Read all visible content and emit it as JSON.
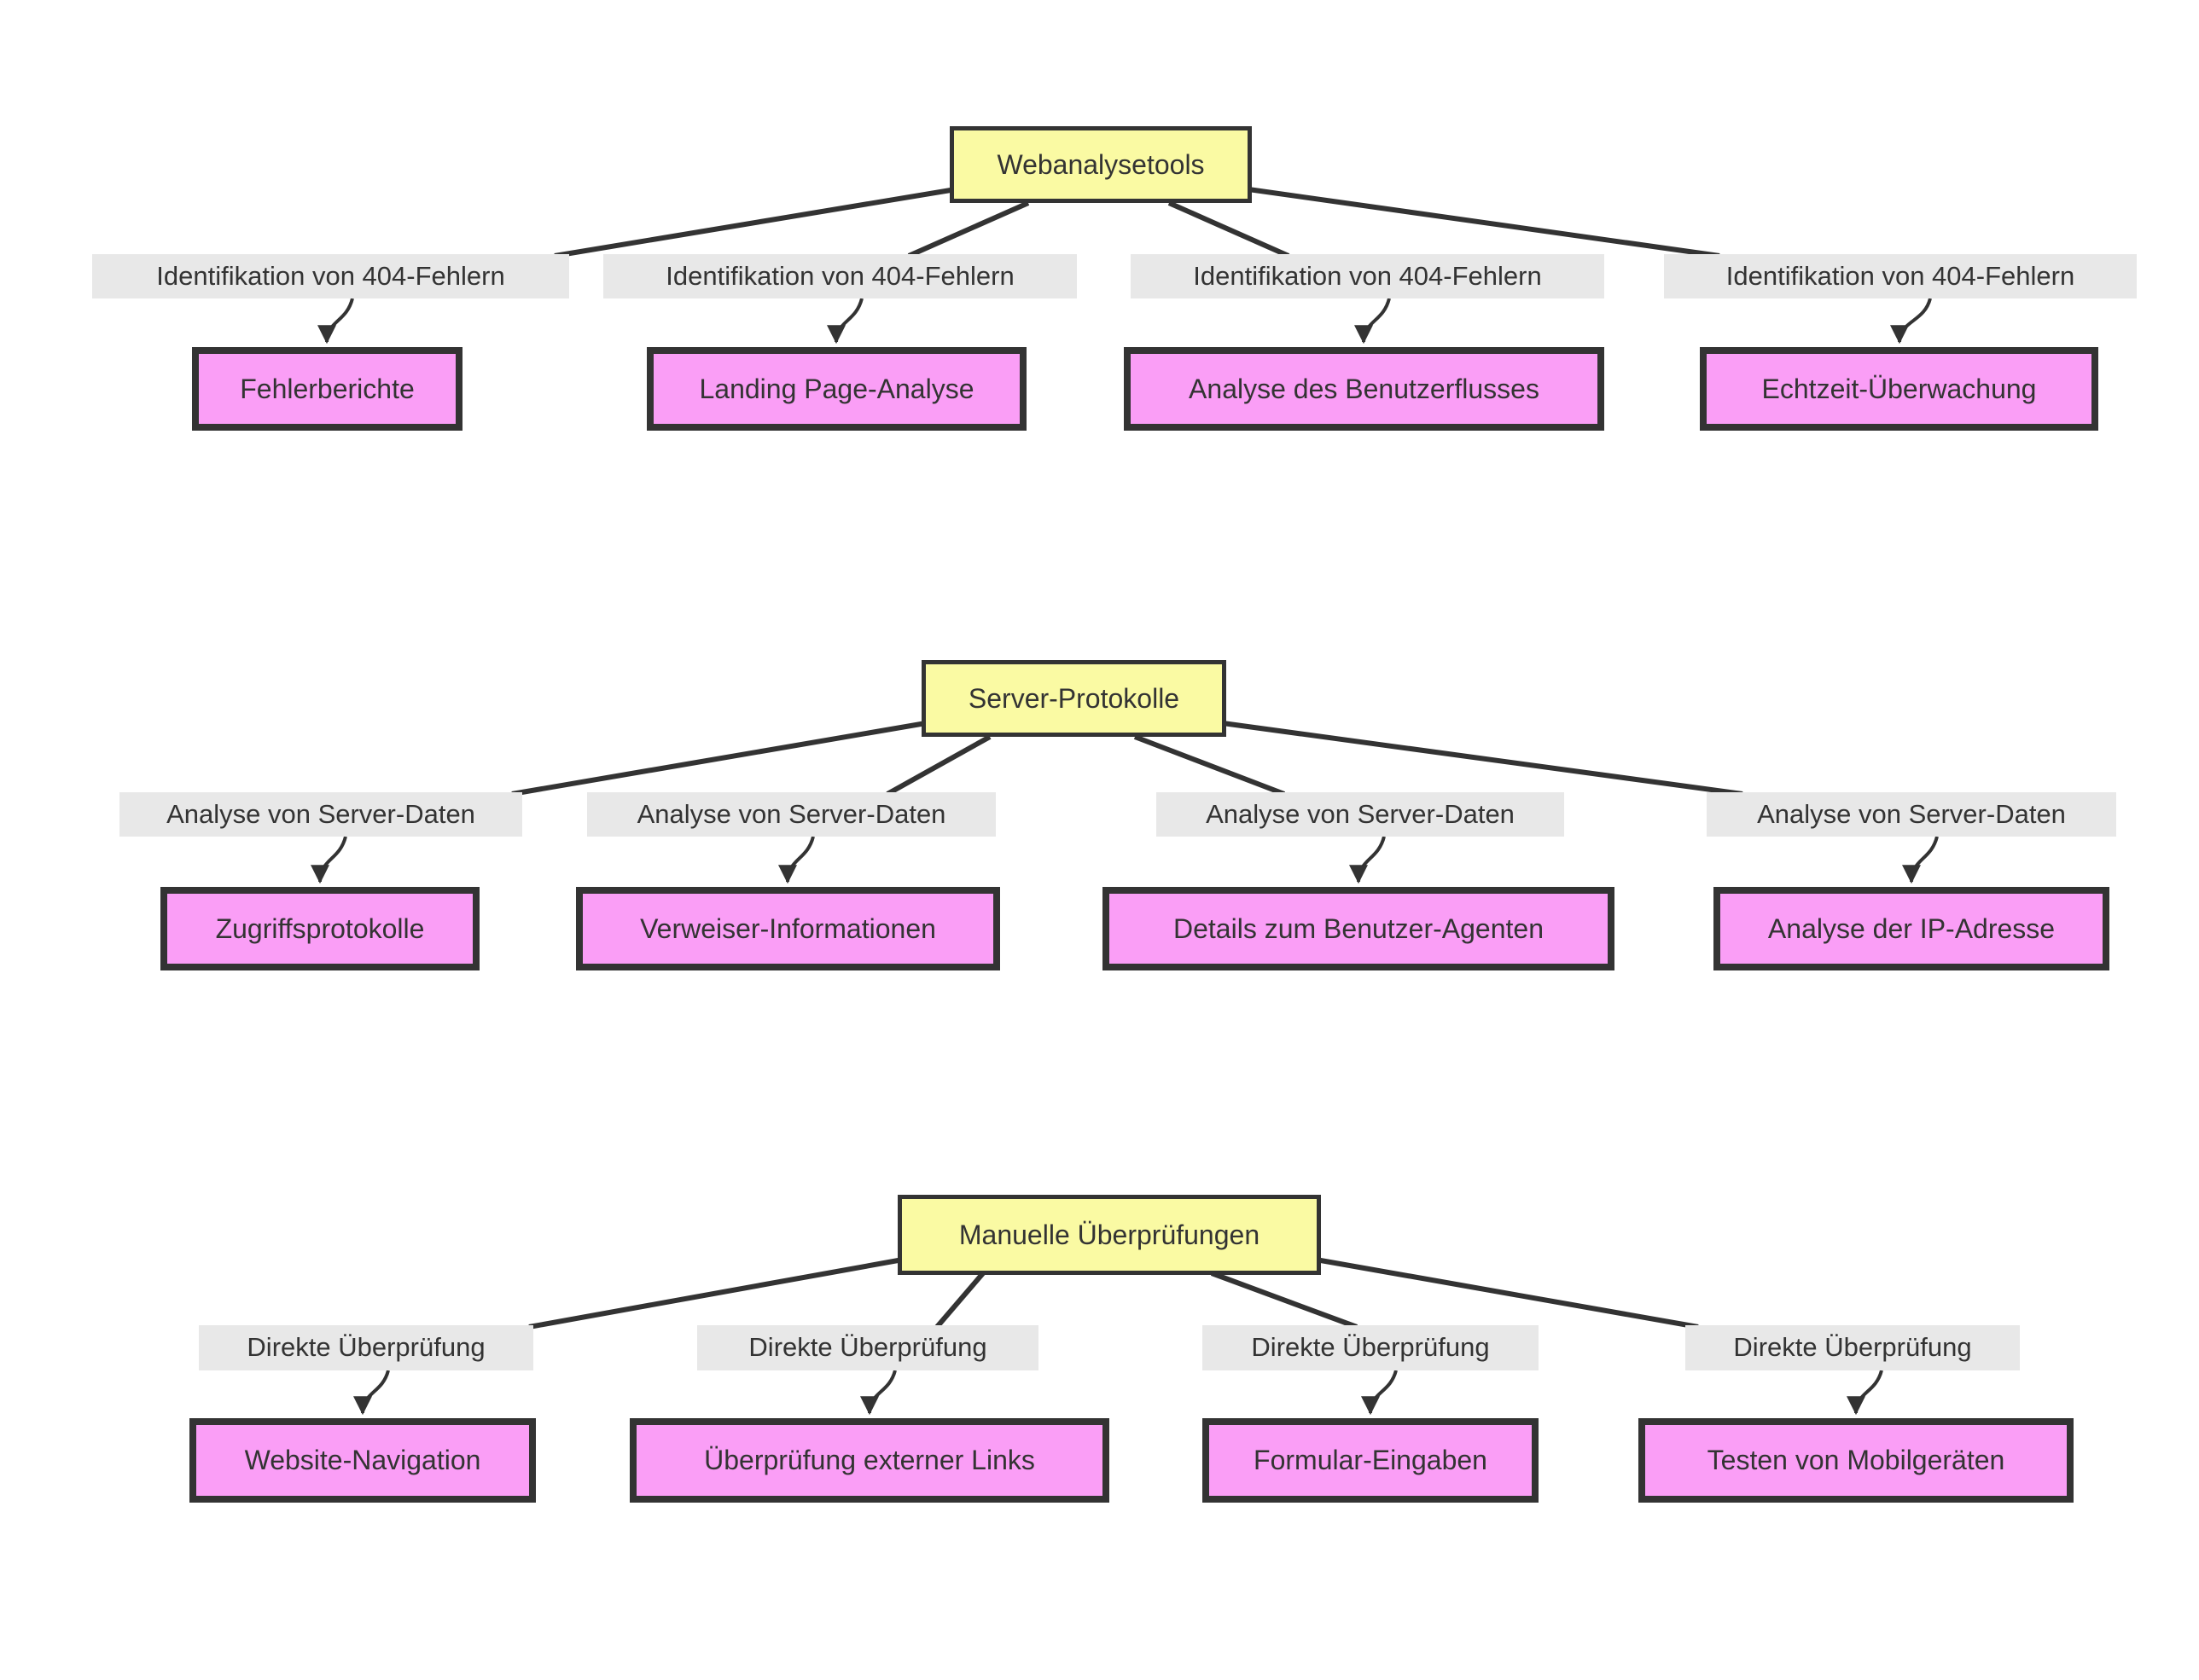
{
  "diagram": {
    "type": "flowchart-top-down",
    "colors": {
      "root_fill": "#fafaa3",
      "child_fill": "#fa9ef6",
      "node_border": "#333333",
      "edge_color": "#333333",
      "edge_label_bg": "#e8e8e8",
      "text_color": "#333333",
      "background": "#ffffff"
    },
    "sections": [
      {
        "root": "Webanalysetools",
        "edge_label": "Identifikation von 404-Fehlern",
        "children": [
          "Fehlerberichte",
          "Landing Page-Analyse",
          "Analyse des Benutzerflusses",
          "Echtzeit-Überwachung"
        ]
      },
      {
        "root": "Server-Protokolle",
        "edge_label": "Analyse von Server-Daten",
        "children": [
          "Zugriffsprotokolle",
          "Verweiser-Informationen",
          "Details zum Benutzer-Agenten",
          "Analyse der IP-Adresse"
        ]
      },
      {
        "root": "Manuelle Überprüfungen",
        "edge_label": "Direkte Überprüfung",
        "children": [
          "Website-Navigation",
          "Überprüfung externer Links",
          "Formular-Eingaben",
          "Testen von Mobilgeräten"
        ]
      }
    ]
  }
}
